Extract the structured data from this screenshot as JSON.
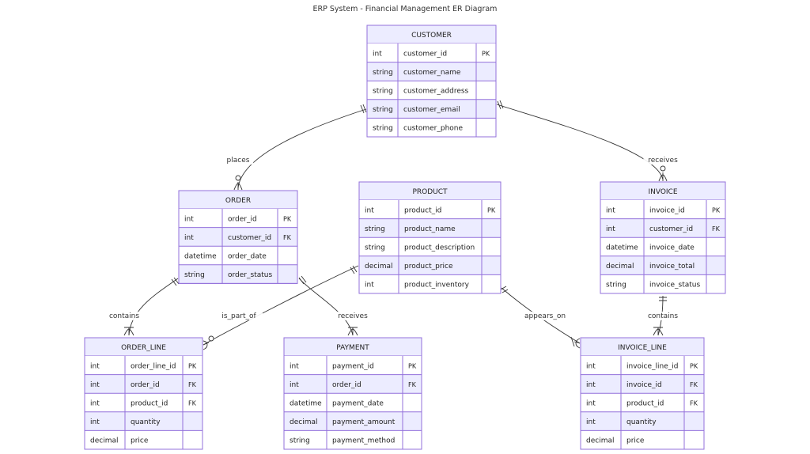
{
  "title": "ERP System - Financial Management ER Diagram",
  "colors": {
    "border": "#9370DB",
    "header_fill": "#ECECFF",
    "row_odd": "#FFFFFF",
    "row_even": "#ECECFF",
    "line": "#333333",
    "text": "#222222"
  },
  "entities": [
    {
      "id": "customer",
      "name": "CUSTOMER",
      "rows": [
        [
          "int",
          "customer_id",
          "PK"
        ],
        [
          "string",
          "customer_name",
          ""
        ],
        [
          "string",
          "customer_address",
          ""
        ],
        [
          "string",
          "customer_email",
          ""
        ],
        [
          "string",
          "customer_phone",
          ""
        ]
      ]
    },
    {
      "id": "order",
      "name": "ORDER",
      "rows": [
        [
          "int",
          "order_id",
          "PK"
        ],
        [
          "int",
          "customer_id",
          "FK"
        ],
        [
          "datetime",
          "order_date",
          ""
        ],
        [
          "string",
          "order_status",
          ""
        ]
      ]
    },
    {
      "id": "product",
      "name": "PRODUCT",
      "rows": [
        [
          "int",
          "product_id",
          "PK"
        ],
        [
          "string",
          "product_name",
          ""
        ],
        [
          "string",
          "product_description",
          ""
        ],
        [
          "decimal",
          "product_price",
          ""
        ],
        [
          "int",
          "product_inventory",
          ""
        ]
      ]
    },
    {
      "id": "invoice",
      "name": "INVOICE",
      "rows": [
        [
          "int",
          "invoice_id",
          "PK"
        ],
        [
          "int",
          "customer_id",
          "FK"
        ],
        [
          "datetime",
          "invoice_date",
          ""
        ],
        [
          "decimal",
          "invoice_total",
          ""
        ],
        [
          "string",
          "invoice_status",
          ""
        ]
      ]
    },
    {
      "id": "order_line",
      "name": "ORDER_LINE",
      "rows": [
        [
          "int",
          "order_line_id",
          "PK"
        ],
        [
          "int",
          "order_id",
          "FK"
        ],
        [
          "int",
          "product_id",
          "FK"
        ],
        [
          "int",
          "quantity",
          ""
        ],
        [
          "decimal",
          "price",
          ""
        ]
      ]
    },
    {
      "id": "payment",
      "name": "PAYMENT",
      "rows": [
        [
          "int",
          "payment_id",
          "PK"
        ],
        [
          "int",
          "order_id",
          "FK"
        ],
        [
          "datetime",
          "payment_date",
          ""
        ],
        [
          "decimal",
          "payment_amount",
          ""
        ],
        [
          "string",
          "payment_method",
          ""
        ]
      ]
    },
    {
      "id": "invoice_line",
      "name": "INVOICE_LINE",
      "rows": [
        [
          "int",
          "invoice_line_id",
          "PK"
        ],
        [
          "int",
          "invoice_id",
          "FK"
        ],
        [
          "int",
          "product_id",
          "FK"
        ],
        [
          "int",
          "quantity",
          ""
        ],
        [
          "decimal",
          "price",
          ""
        ]
      ]
    }
  ],
  "relationships": [
    {
      "id": "places",
      "label": "places",
      "from": "CUSTOMER",
      "to": "ORDER"
    },
    {
      "id": "receives-invoice",
      "label": "receives",
      "from": "CUSTOMER",
      "to": "INVOICE"
    },
    {
      "id": "contains-order",
      "label": "contains",
      "from": "ORDER",
      "to": "ORDER_LINE"
    },
    {
      "id": "receives-payment",
      "label": "receives",
      "from": "ORDER",
      "to": "PAYMENT"
    },
    {
      "id": "is-part-of",
      "label": "is_part_of",
      "from": "PRODUCT",
      "to": "ORDER_LINE"
    },
    {
      "id": "appears-on",
      "label": "appears_on",
      "from": "PRODUCT",
      "to": "INVOICE_LINE"
    },
    {
      "id": "contains-invoice",
      "label": "contains",
      "from": "INVOICE",
      "to": "INVOICE_LINE"
    }
  ]
}
